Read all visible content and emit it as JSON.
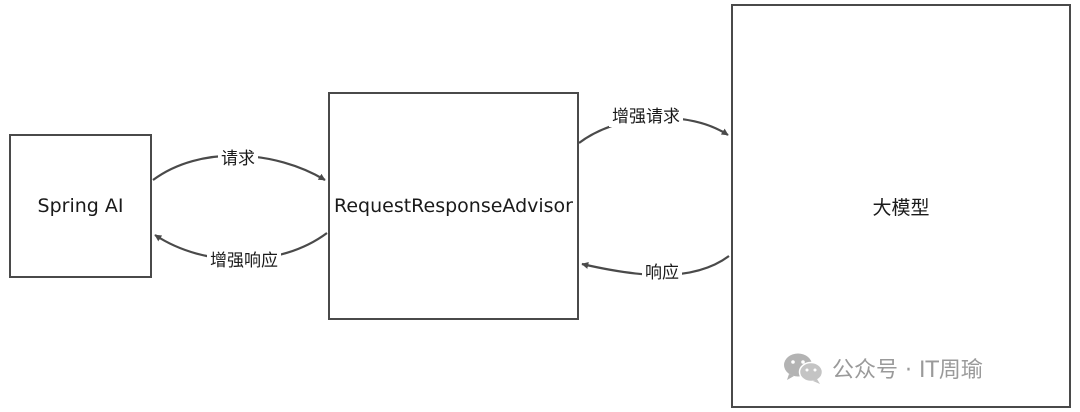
{
  "diagram": {
    "nodes": {
      "spring_ai": "Spring AI",
      "advisor": "RequestResponseAdvisor",
      "model": "大模型"
    },
    "edges": {
      "request": "请求",
      "enhanced_response": "增强响应",
      "enhanced_request": "增强请求",
      "response": "响应"
    }
  },
  "watermark": {
    "icon": "wechat-icon",
    "text": "公众号 · IT周瑜"
  },
  "colors": {
    "stroke": "#4a4a4a",
    "watermark": "#9a9a9a"
  }
}
